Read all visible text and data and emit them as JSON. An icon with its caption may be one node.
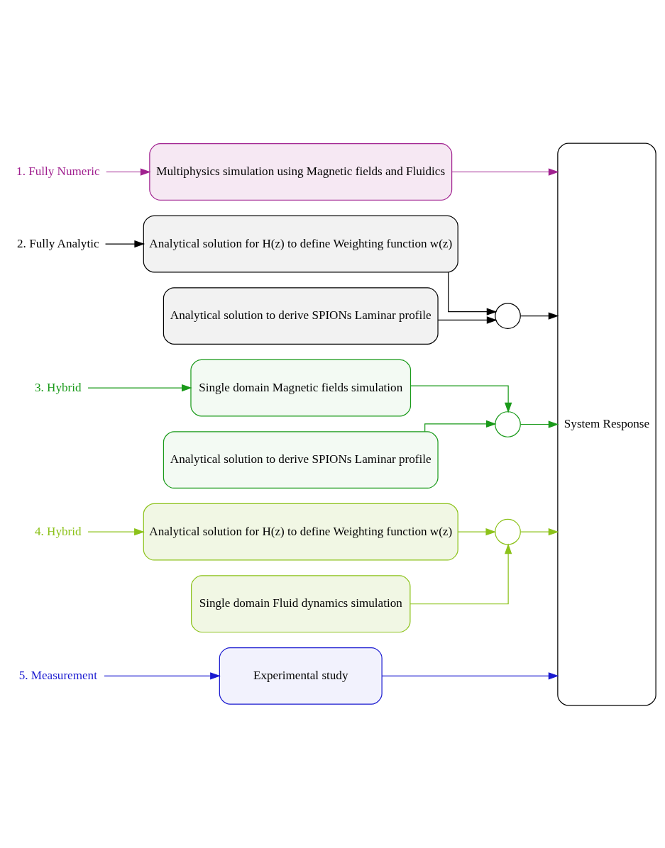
{
  "diagram": {
    "nodes": [
      {
        "text": [
          "1. Fully Numeric"
        ]
      },
      {
        "text": [
          "Multiphysics simulation using Magnetic fields and Fluidics"
        ]
      },
      {
        "text": [
          "2. Fully Analytic"
        ]
      },
      {
        "text": [
          "Analytical solution for H(z) to define Weighting function w(z)"
        ]
      },
      {
        "text": [
          "Analytical solution to derive SPIONs Laminar profile"
        ]
      },
      {
        "text": [],
        "shape": "circle"
      },
      {
        "text": [
          "3. Hybrid"
        ]
      },
      {
        "text": [
          "Single domain Magnetic fields simulation"
        ]
      },
      {
        "text": [
          "Analytical solution to derive SPIONs Laminar profile"
        ]
      },
      {
        "text": [],
        "shape": "circle"
      },
      {
        "text": [
          "4. Hybrid"
        ]
      },
      {
        "text": [
          "Analytical solution for H(z) to define Weighting function w(z)"
        ]
      },
      {
        "text": [
          "Single domain Fluid dynamics simulation"
        ]
      },
      {
        "text": [],
        "shape": "circle"
      },
      {
        "text": [
          "5. Measurement"
        ]
      },
      {
        "text": [
          "Experimental study"
        ]
      },
      {
        "text": [
          "System Response"
        ]
      }
    ],
    "edges": [
      {
        "from": 0,
        "to": 1,
        "arrow": "to",
        "color": "#a0208f"
      },
      {
        "from": 1,
        "to": 16,
        "arrow": "to",
        "color": "#a0208f"
      },
      {
        "from": 2,
        "to": 3,
        "arrow": "to",
        "color": "#000000"
      },
      {
        "from": 3,
        "to": 5,
        "arrow": "to",
        "color": "#000000"
      },
      {
        "from": 4,
        "to": 5,
        "arrow": "to",
        "color": "#000000"
      },
      {
        "from": 5,
        "to": 16,
        "arrow": "to",
        "color": "#000000"
      },
      {
        "from": 6,
        "to": 7,
        "arrow": "to",
        "color": "#1a9a1a"
      },
      {
        "from": 7,
        "to": 9,
        "arrow": "to",
        "color": "#1a9a1a"
      },
      {
        "from": 8,
        "to": 9,
        "arrow": "to",
        "color": "#1a9a1a"
      },
      {
        "from": 9,
        "to": 16,
        "arrow": "to",
        "color": "#1a9a1a"
      },
      {
        "from": 10,
        "to": 11,
        "arrow": "to",
        "color": "#8cc21a"
      },
      {
        "from": 11,
        "to": 13,
        "arrow": "to",
        "color": "#8cc21a"
      },
      {
        "from": 12,
        "to": 13,
        "arrow": "to",
        "color": "#8cc21a"
      },
      {
        "from": 13,
        "to": 16,
        "arrow": "to",
        "color": "#8cc21a"
      },
      {
        "from": 14,
        "to": 15,
        "arrow": "to",
        "color": "#1a1ad0"
      },
      {
        "from": 15,
        "to": 16,
        "arrow": "to",
        "color": "#1a1ad0"
      }
    ]
  }
}
